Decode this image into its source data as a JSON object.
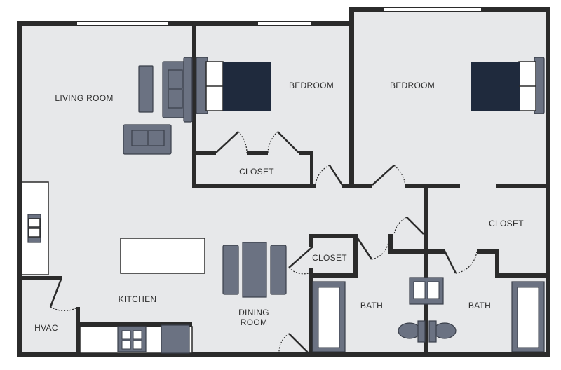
{
  "rooms": {
    "living_room": "LIVING ROOM",
    "bedroom_1": "BEDROOM",
    "bedroom_2": "BEDROOM",
    "closet_1": "CLOSET",
    "closet_2": "CLOSET",
    "closet_3": "CLOSET",
    "kitchen": "KITCHEN",
    "dining_room_line1": "DINING",
    "dining_room_line2": "ROOM",
    "bath_1": "BATH",
    "bath_2": "BATH",
    "hvac": "HVAC"
  },
  "colors": {
    "wall": "#2b2b2b",
    "floor": "#e7e8ea",
    "furniture": "#6b7282",
    "bed": "#1f2a3d"
  }
}
